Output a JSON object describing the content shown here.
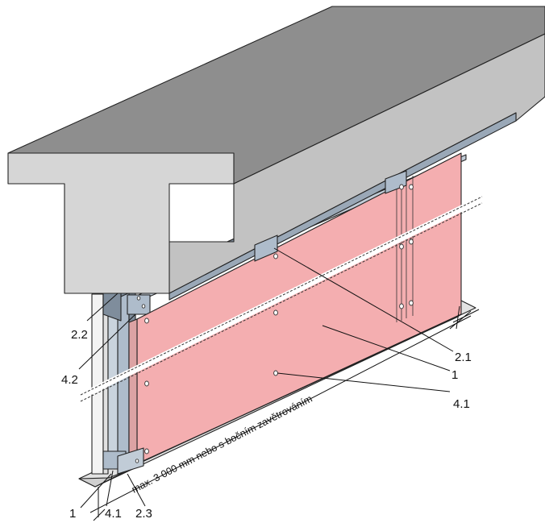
{
  "colors": {
    "concrete_top": "#8e8e8e",
    "concrete_front": "#d6d6d6",
    "concrete_side": "#c2c2c2",
    "board_face": "#f4aeb0",
    "board_edge": "#dca3a4",
    "steel_profile": "#aebccb",
    "steel_dark": "#7f8d9c",
    "floor": "#e3e3e3"
  },
  "dimension": {
    "text": "max. 3 000 mm nebo s bočním zavětrováním"
  },
  "labels": {
    "l_2_2": "2.2",
    "l_4_2": "4.2",
    "l_2_1": "2.1",
    "l_1_right": "1",
    "l_4_1_right": "4.1",
    "l_1_bottom": "1",
    "l_4_1_bottom": "4.1",
    "l_2_3": "2.3"
  },
  "icons": [
    "break-line-icon"
  ]
}
